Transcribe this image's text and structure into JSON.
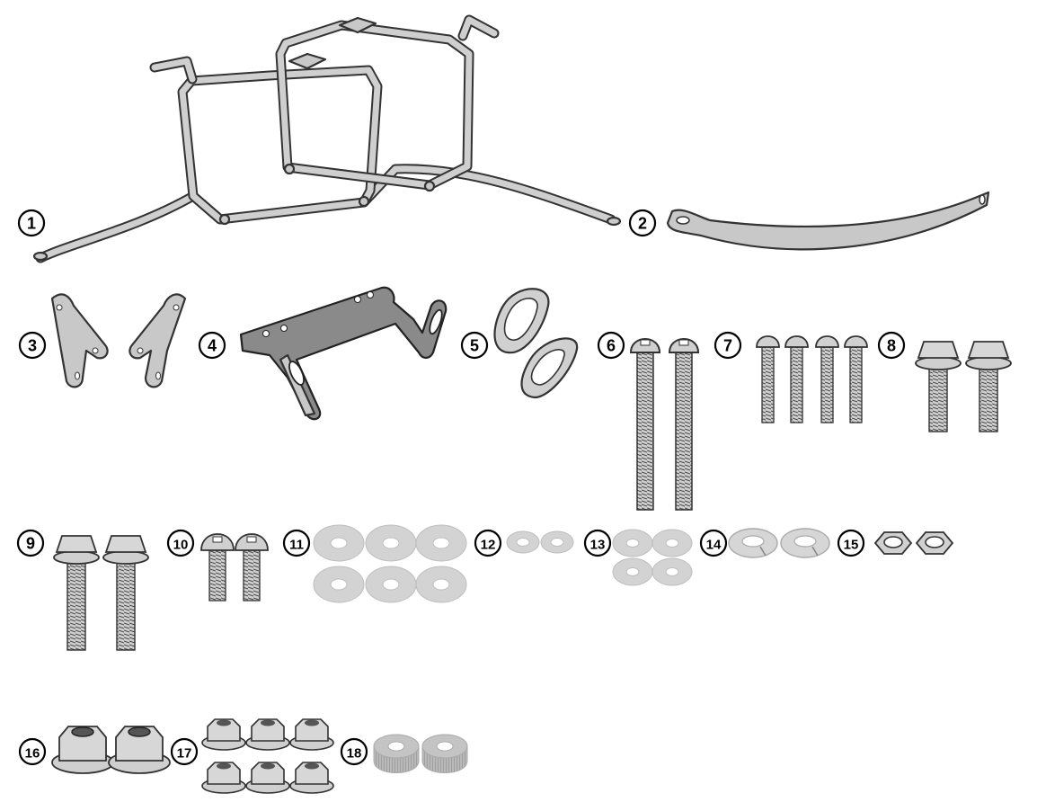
{
  "parts": [
    {
      "id": "part-1",
      "label": "1"
    },
    {
      "id": "part-2",
      "label": "2"
    },
    {
      "id": "part-3",
      "label": "3"
    },
    {
      "id": "part-4",
      "label": "4"
    },
    {
      "id": "part-5",
      "label": "5"
    },
    {
      "id": "part-6",
      "label": "6"
    },
    {
      "id": "part-7",
      "label": "7"
    },
    {
      "id": "part-8",
      "label": "8"
    },
    {
      "id": "part-9",
      "label": "9"
    },
    {
      "id": "part-10",
      "label": "10"
    },
    {
      "id": "part-11",
      "label": "11"
    },
    {
      "id": "part-12",
      "label": "12"
    },
    {
      "id": "part-13",
      "label": "13"
    },
    {
      "id": "part-14",
      "label": "14"
    },
    {
      "id": "part-15",
      "label": "15"
    },
    {
      "id": "part-16",
      "label": "16"
    },
    {
      "id": "part-17",
      "label": "17"
    },
    {
      "id": "part-18",
      "label": "18"
    }
  ],
  "colors": {
    "line": "#333333",
    "steel": "#c8c8c8",
    "washer": "#d3d3d3",
    "background": "#ffffff"
  }
}
